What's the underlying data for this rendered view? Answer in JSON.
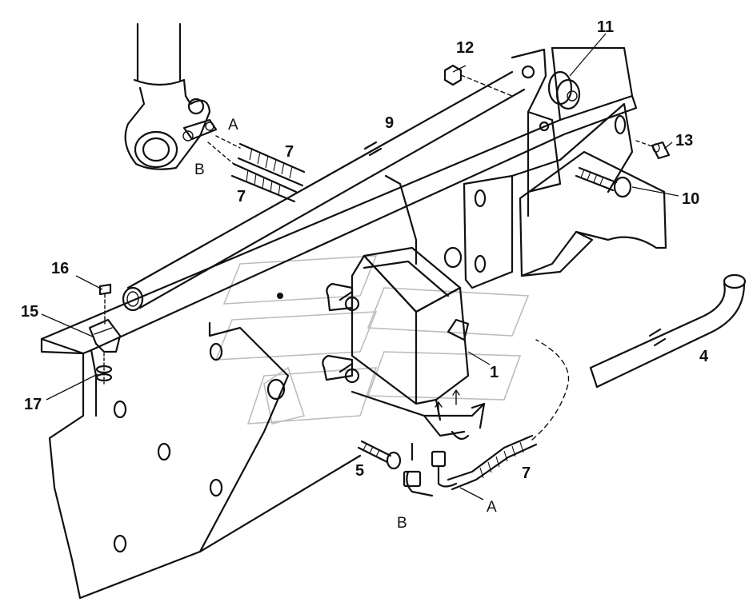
{
  "callouts": [
    {
      "id": "part-1",
      "label": "1"
    },
    {
      "id": "part-4",
      "label": "4"
    },
    {
      "id": "part-5",
      "label": "5"
    },
    {
      "id": "part-7a",
      "label": "7"
    },
    {
      "id": "part-7b",
      "label": "7"
    },
    {
      "id": "part-7c",
      "label": "7"
    },
    {
      "id": "part-9",
      "label": "9"
    },
    {
      "id": "part-10",
      "label": "10"
    },
    {
      "id": "part-11",
      "label": "11"
    },
    {
      "id": "part-12",
      "label": "12"
    },
    {
      "id": "part-13",
      "label": "13"
    },
    {
      "id": "part-15",
      "label": "15"
    },
    {
      "id": "part-16",
      "label": "16"
    },
    {
      "id": "part-17",
      "label": "17"
    }
  ],
  "ports": {
    "top_a": "A",
    "top_b": "B",
    "bottom_a": "A",
    "bottom_b": "B"
  },
  "colors": {
    "line": "#111111",
    "watermark": "#bdbdbd",
    "background": "#ffffff"
  }
}
